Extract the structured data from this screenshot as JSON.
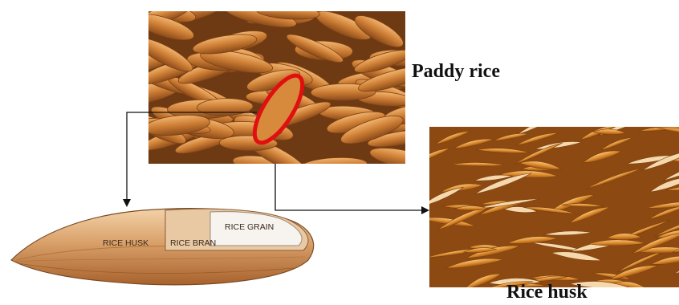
{
  "labels": {
    "paddy_rice": "Paddy rice",
    "rice_husk": "Rice husk"
  },
  "grain_diagram": {
    "rice_husk": "RICE HUSK",
    "rice_bran": "RICE BRAN",
    "rice_grain": "RICE GRAIN"
  },
  "colors": {
    "grain_fill": "#c97a2c",
    "grain_highlight": "#eea960",
    "husk_fill": "#d98526",
    "outline_red": "#e01010",
    "arrow": "#111111"
  }
}
